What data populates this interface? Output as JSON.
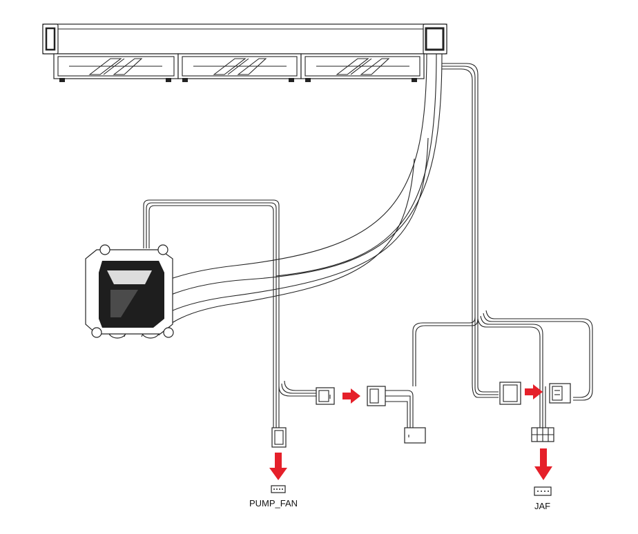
{
  "labels": {
    "pump_fan": "PUMP_FAN",
    "jaf": "JAF"
  },
  "colors": {
    "line": "#222222",
    "arrow": "#e5202a",
    "background": "#ffffff",
    "block_dark": "#1e1e1e"
  },
  "icons": [
    "radiator",
    "fan",
    "pump-block",
    "cable-connector",
    "arrow-right-icon",
    "arrow-down-icon",
    "header-pins-icon"
  ]
}
